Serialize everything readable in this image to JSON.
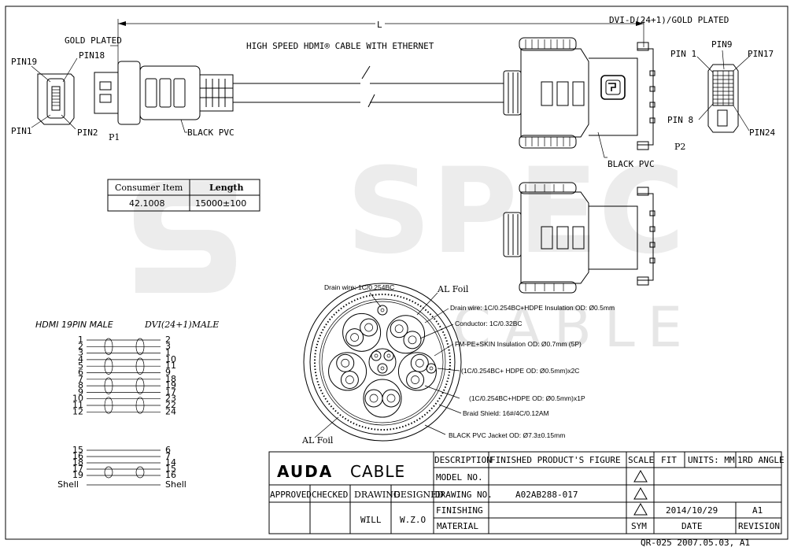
{
  "header": {
    "length_label": "L",
    "dvi_title": "DVI-D(24+1)/GOLD PLATED",
    "cable_title": "HIGH SPEED HDMI® CABLE WITH ETHERNET",
    "gold_plated": "GOLD PLATED"
  },
  "p1": {
    "label": "P1",
    "pin19": "PIN19",
    "pin18": "PIN18",
    "pin1": "PIN1",
    "pin2": "PIN2",
    "jacket": "BLACK PVC"
  },
  "p2": {
    "label": "P2",
    "pin1": "PIN 1",
    "pin9": "PIN9",
    "pin17": "PIN17",
    "pin8": "PIN 8",
    "pin24": "PIN24",
    "jacket": "BLACK PVC"
  },
  "item_table": {
    "headers": [
      "Consumer Item",
      "Length"
    ],
    "row": [
      "42.1008",
      "15000±100"
    ]
  },
  "watermark": {
    "word1": "SPEC",
    "word2": "CABLE"
  },
  "wiring": {
    "left_title": "HDMI 19PIN MALE",
    "right_title": "DVI(24+1)MALE",
    "pairs": [
      {
        "l": "1",
        "r": "2"
      },
      {
        "l": "2",
        "r": "3"
      },
      {
        "l": "3",
        "r": "1"
      },
      {
        "l": "4",
        "r": "10"
      },
      {
        "l": "5",
        "r": "11"
      },
      {
        "l": "6",
        "r": "9"
      },
      {
        "l": "7",
        "r": "18"
      },
      {
        "l": "8",
        "r": "19"
      },
      {
        "l": "9",
        "r": "17"
      },
      {
        "l": "10",
        "r": "23"
      },
      {
        "l": "11",
        "r": "22"
      },
      {
        "l": "12",
        "r": "24"
      }
    ],
    "singles": [
      {
        "l": "15",
        "r": "6"
      },
      {
        "l": "16",
        "r": "7"
      },
      {
        "l": "18",
        "r": "14"
      },
      {
        "l": "17",
        "r": "15"
      },
      {
        "l": "19",
        "r": "16"
      },
      {
        "l": "Shell",
        "r": "Shell"
      }
    ]
  },
  "cross_section": {
    "drain_top": "Drain wire: 1C/0.254BC",
    "al_foil_top": "AL Foil",
    "drain_right": "Drain wire: 1C/0.254BC+HDPE Insulation OD: Ø0.5mm",
    "conductor": "Conductor: 1C/0.32BC",
    "fm_pe": "FM-PE+SKIN Insulation OD: Ø0.7mm (5P)",
    "pair2c": "(1C/0.254BC+ HDPE OD: Ø0.5mm)x2C",
    "pair1p": "(1C/0.254BC+HDPE OD: Ø0.5mm)x1P",
    "braid": "Braid Shield: 16#/4C/0.12AM",
    "jacket": "BLACK PVC Jacket OD: Ø7.3±0.15mm",
    "al_foil_bottom": "AL Foil"
  },
  "title_block": {
    "company_brand": "AUDA",
    "company_rest": "CABLE",
    "description_label": "DESCRIPTION",
    "description_value": "FINISHED PRODUCT'S FIGURE",
    "scale_label": "SCALE",
    "scale_value": "FIT",
    "units": "UNITS: MM",
    "angle": "1RD ANGLE",
    "model_label": "MODEL NO.",
    "approved": "APPROVED",
    "checked": "CHECKED",
    "drawing": "DRAWING",
    "designed": "DESIGNED",
    "drawing_no_label": "DRAWING NO.",
    "drawing_no_value": "A02AB288-017",
    "finishing_label": "FINISHING",
    "date_value": "2014/10/29",
    "revision_value": "A1",
    "drawer": "WILL",
    "designer": "W.Z.O",
    "material_label": "MATERIAL",
    "sym": "SYM",
    "date_label": "DATE",
    "revision_label": "REVISION",
    "form_no": "QR-025 2007.05.03, A1"
  }
}
